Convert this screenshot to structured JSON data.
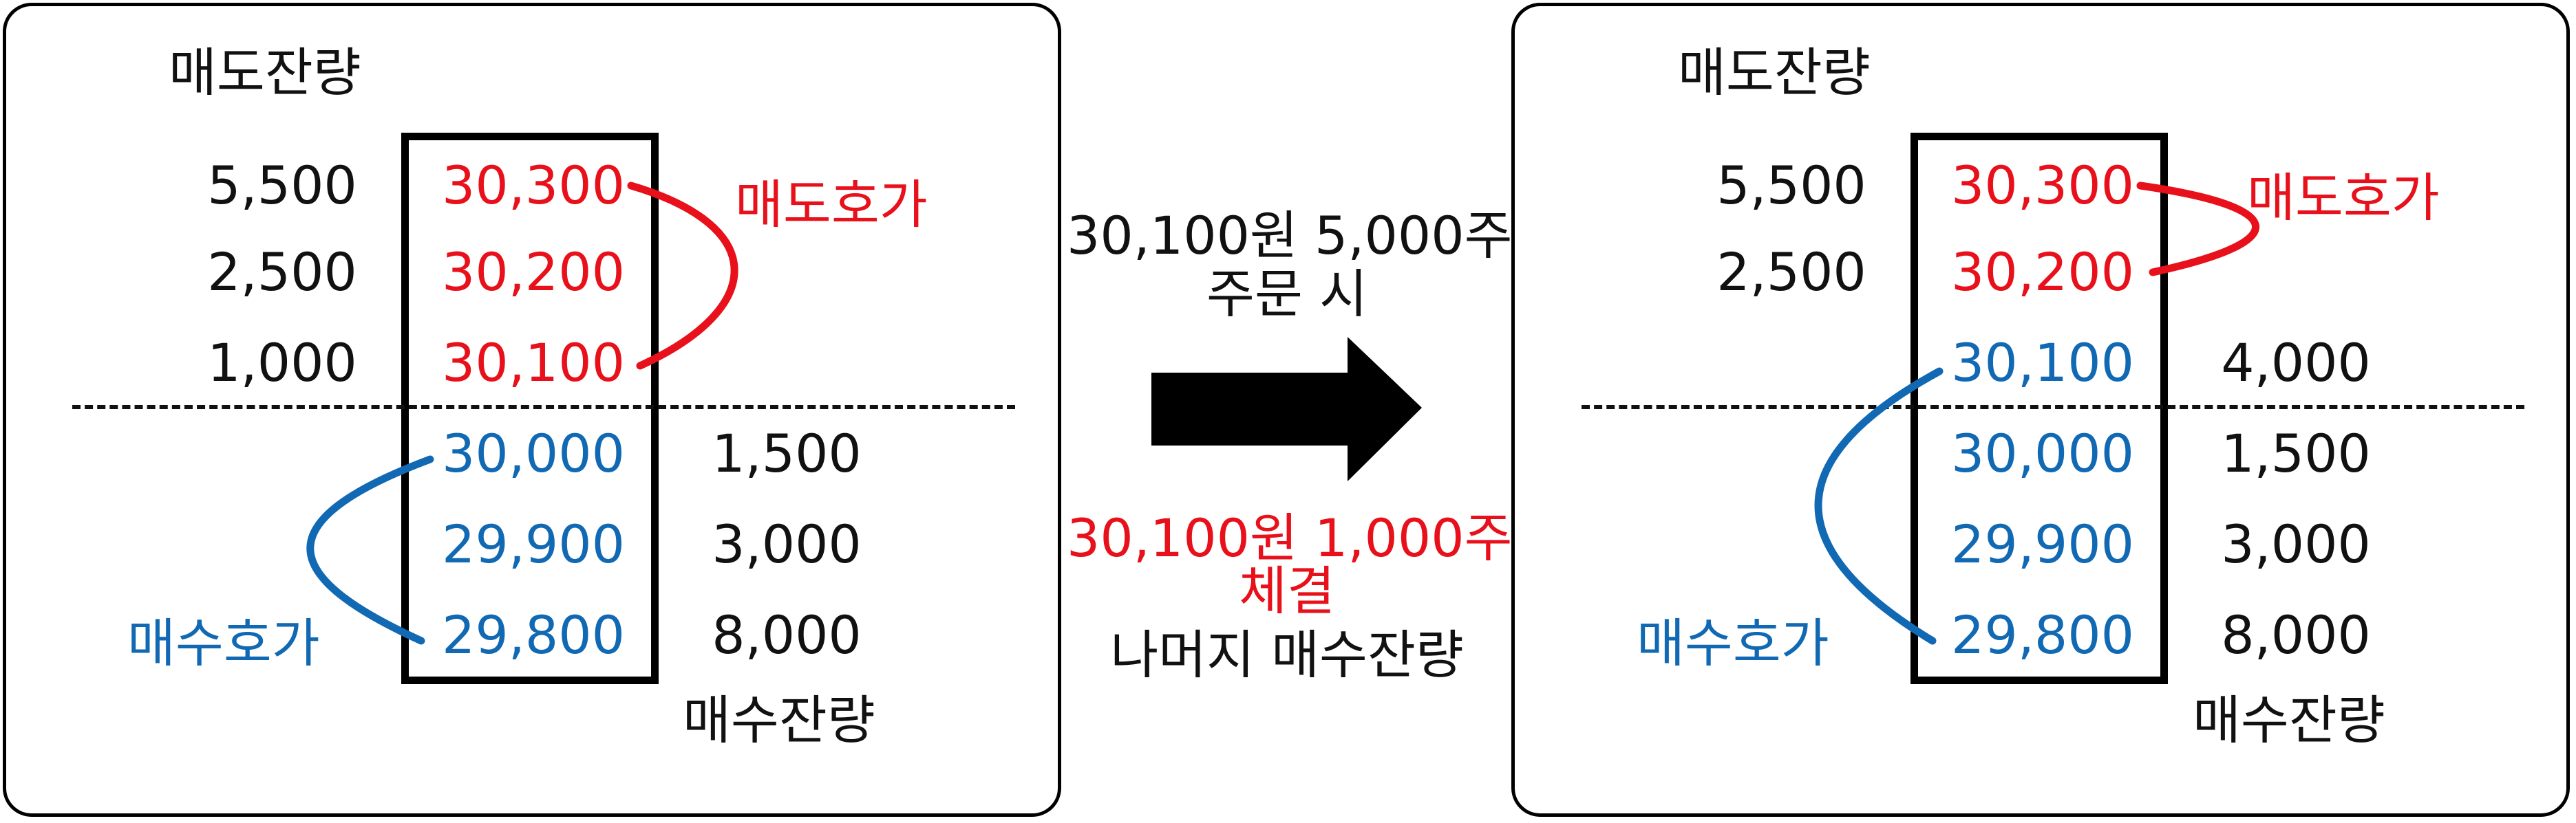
{
  "colors": {
    "ask": "#e8101a",
    "bid": "#1169b3",
    "text": "#111111"
  },
  "before": {
    "sell_remain_label": "매도잔량",
    "buy_remain_label": "매수잔량",
    "ask_label": "매도호가",
    "bid_label": "매수호가",
    "sell_quantities": [
      "5,500",
      "2,500",
      "1,000"
    ],
    "ask_prices": [
      "30,300",
      "30,200",
      "30,100"
    ],
    "bid_prices": [
      "30,000",
      "29,900",
      "29,800"
    ],
    "buy_quantities": [
      "1,500",
      "3,000",
      "8,000"
    ]
  },
  "order": {
    "line1": "30,100원 5,000주",
    "line2": "주문 시",
    "result_line1": "30,100원 1,000주",
    "result_line2": "체결",
    "result_line3": "나머지 매수잔량"
  },
  "after": {
    "sell_remain_label": "매도잔량",
    "buy_remain_label": "매수잔량",
    "ask_label": "매도호가",
    "bid_label": "매수호가",
    "sell_quantities": [
      "5,500",
      "2,500"
    ],
    "ask_prices": [
      "30,300",
      "30,200"
    ],
    "bid_prices": [
      "30,100",
      "30,000",
      "29,900",
      "29,800"
    ],
    "buy_quantities": [
      "4,000",
      "1,500",
      "3,000",
      "8,000"
    ]
  }
}
